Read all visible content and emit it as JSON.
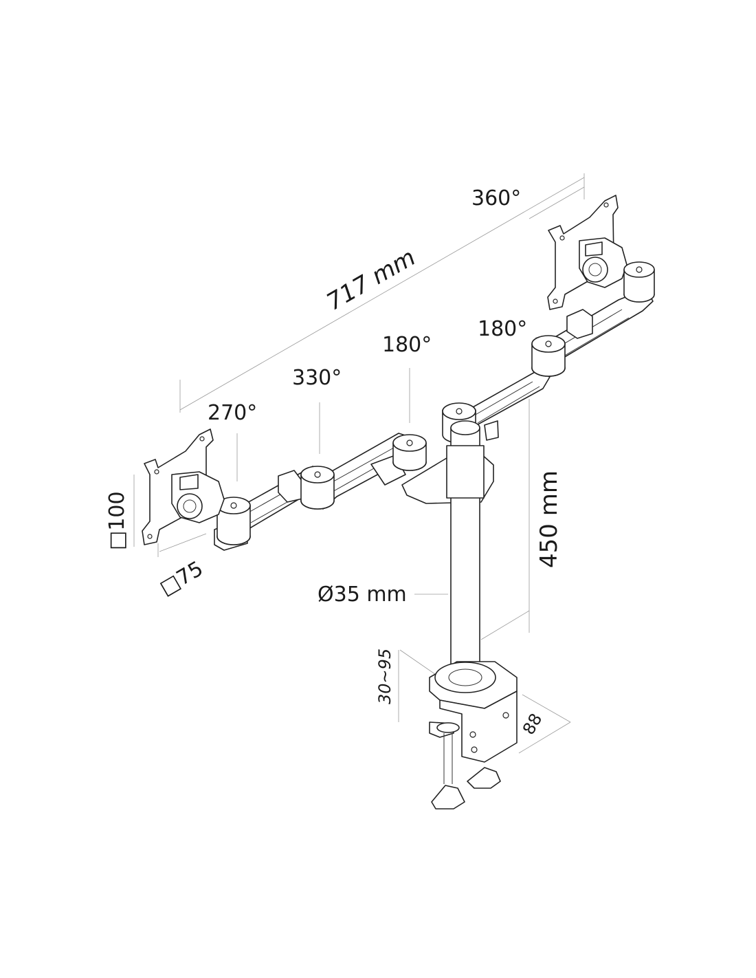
{
  "labels": {
    "rot_top_right": "360°",
    "width": "717 mm",
    "rot_arm_right": "180°",
    "rot_center": "180°",
    "rot_330": "330°",
    "rot_270": "270°",
    "vesa_100": "□100",
    "vesa_75": "□75",
    "pole_height": "450 mm",
    "pole_diameter": "Ø35 mm",
    "clamp_range": "30~95",
    "clamp_depth": "88"
  },
  "colors": {
    "line": "#222222",
    "dimension_line": "#9a9a9a",
    "text": "#1a1a1a",
    "background": "#ffffff"
  }
}
